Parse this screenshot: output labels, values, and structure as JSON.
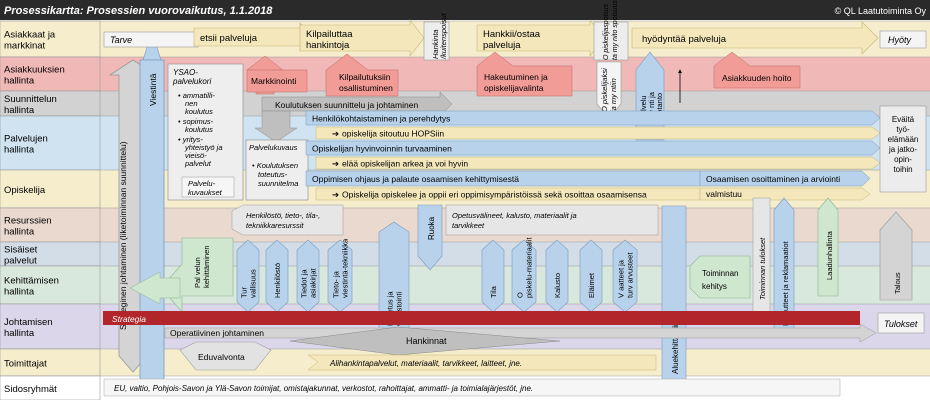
{
  "title": "Prosessikartta: Prosessien vuorovaikutus, 1.1.2018",
  "copyright": "© QL Laatutoiminta Oy",
  "lanes": [
    {
      "label": "Asiakkaat ja markkinat",
      "color": "#f6edcd"
    },
    {
      "label": "Asiakkuuksien hallinta",
      "color": "#f1b8b8"
    },
    {
      "label": "Suunnittelun hallinta",
      "color": "#d2d2d2"
    },
    {
      "label": "Palvelujen hallinta",
      "color": "#cfe3f1"
    },
    {
      "label": "Opiskelija",
      "color": "#f6edcd"
    },
    {
      "label": "Resurssien hallinta",
      "color": "#ead9cf"
    },
    {
      "label": "Sisäiset palvelut",
      "color": "#d3dde8"
    },
    {
      "label": "Kehittämisen hallinta",
      "color": "#d9e8dd"
    },
    {
      "label": "Johtamisen hallinta",
      "color": "#dcd6ea"
    },
    {
      "label": "Toimittajat",
      "color": "#f6edcd"
    },
    {
      "label": "Sidosryhmät",
      "color": "#ffffff"
    }
  ],
  "top_flow": {
    "start": "Tarve",
    "steps": [
      "etsii palveluja",
      "Kilpailuttaa hankintoja",
      "Hankinta /kuitenspoisut",
      "Hankkii/ostaa palveluja",
      "O piskelijaspoisus ta my nito spoisuus",
      "hyödyntää palveluja"
    ],
    "end": "Hyöty"
  },
  "customer": {
    "items": [
      "Markkinointi",
      "Kilpailutuksiin osallistuminen",
      "Hakeutuminen ja opiskelijavalinta",
      "O piskelijaksi ja my ntiin",
      "Palvelu my nti ja tuotanto",
      "Asiakkuuden hoito"
    ]
  },
  "planning": {
    "ysao_title": "YSAO-palvelukori",
    "ysao_items": [
      "ammatilli-nen koulutus",
      "sopimus-koulutus",
      "yritys-yhteistyö ja vieisö-palvelut"
    ],
    "ysao_footer": "Palvelu-kuvaukset",
    "flow": "Koulutuksen suunnittelu ja johtaminen",
    "palvelukuvaus": "Palvelukuvaus",
    "toteutus": "Koulutuksen toteutus-suunnitelma"
  },
  "services": {
    "rows": [
      "Henkilökohtaistaminen ja perehdytys",
      "opiskelija sitoutuu HOPSiin",
      "Opiskelijan hyvinvoinnin turvaaminen",
      "elää opiskelijan arkea ja voi hyvin",
      "Oppimisen ohjaus ja palaute osaamisen kehittymisestä",
      "Osaamisen osoittaminen ja arviointi",
      "Opiskelija opiskelee ja oppii eri oppimisympäristöissä sekä osoittaa osaamisensa",
      "valmistuu"
    ],
    "outcome": "Eväitä työ-elämään ja jatko-opin-toihin"
  },
  "resources": {
    "left": "Henkilöstö, tieto-, tila-, tekniikkaresurssit",
    "right": "Opetusvälineet, kalusto, materiaalit ja tarvikkeet",
    "ruoka": "Ruoka"
  },
  "verticals": {
    "strategy": "Strateginen johtaminen (liketoiminnan suunnittelu)",
    "viestinta": "Viestintä",
    "palvelun_kehittaminen": "Palvelun kehittäminen",
    "internal": [
      "Tur vallisuus",
      "Henkilöstö",
      "Tiedot ja asiakirjat",
      "Tieto- ja viestintä-tekniikka",
      "Kuljetus ja varastointi",
      "Tila",
      "O piskelu-materiaalit",
      "Kalusto",
      "Eläimet",
      "V aatteet ja turv arvusteet"
    ],
    "aluekehittaminen": "Aluekehittäminen",
    "toiminnan_tulokset": "Toiminnan tulokset",
    "palautteet": "Palautteet ja reklamaatiot",
    "laadunhallinta": "Laadunhallinta",
    "talous": "Talous",
    "toiminnan_kehitys": "Toiminnan kehitys"
  },
  "management": {
    "strategia": "Strategia",
    "operatiivinen": "Operatiivinen johtaminen",
    "tulokset": "Tulokset",
    "hankinnat": "Hankinnat",
    "eduvalvonta": "Eduvalvonta"
  },
  "suppliers": "Alihankintapalvelut, materiaalit, tarvikkeet, laitteet, jne.",
  "stakeholders": "EU, valtio, Pohjois-Savon ja Ylä-Savon toimijat, omistajakunnat, verkostot, rahoittajat, ammatti- ja toimialajärjestöt, jne.",
  "colors": {
    "header": "#2a2a2a",
    "arrow_blue": "#b7d2ea",
    "arrow_grey": "#bfbfbf",
    "arrow_green": "#cfe6cf",
    "arrow_salmon": "#f19c96",
    "arrow_yellow": "#f3e7bb",
    "strategy": "#b2262b"
  }
}
